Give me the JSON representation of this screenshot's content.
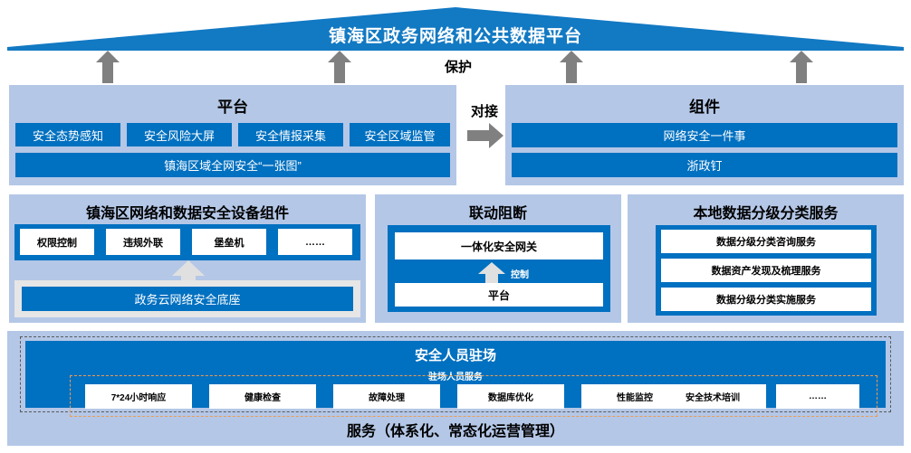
{
  "colors": {
    "brand_blue": "#0070C0",
    "panel_blue": "#B4C7E7",
    "arrow_gray": "#808080",
    "light_arrow": "#E0E0E0",
    "gray_box": "#E6E6E6",
    "dashed_orange": "#ED9B4E",
    "white": "#FFFFFF"
  },
  "roof": {
    "title": "镇海区政务网络和公共数据平台"
  },
  "protect": {
    "label": "保护",
    "arrow_icon": "up-arrow"
  },
  "connector": {
    "label": "对接",
    "arrow_icon": "right-arrow"
  },
  "platform_panel": {
    "title": "平台",
    "modules": [
      "安全态势感知",
      "安全风险大屏",
      "安全情报采集",
      "安全区域监管"
    ],
    "footer_bar": "镇海区域全网安全“一张图”"
  },
  "component_panel": {
    "title": "组件",
    "items": [
      "网络安全一件事",
      "浙政钉"
    ]
  },
  "device_panel": {
    "title": "镇海区网络和数据安全设备组件",
    "chips": [
      "权限控制",
      "违规外联",
      "堡垒机",
      "……"
    ],
    "arrow_icon": "up-arrow",
    "base_bar": "政务云网络安全底座"
  },
  "linkage_panel": {
    "title": "联动阻断",
    "top_box": "一体化安全网关",
    "arrow_label": "控制",
    "arrow_icon": "up-arrow",
    "bottom_box": "平台"
  },
  "classify_panel": {
    "title": "本地数据分级分类服务",
    "items": [
      "数据分级分类咨询服务",
      "数据资产发现及梳理服务",
      "数据分级分类实施服务"
    ]
  },
  "service_panel": {
    "title": "安全人员驻场",
    "subtitle": "驻场人员服务",
    "chips": [
      "7*24小时响应",
      "健康检查",
      "故障处理",
      "数据库优化",
      "性能监控",
      "安全技术培训",
      "……"
    ],
    "footer": "服务（体系化、常态化运营管理）"
  }
}
